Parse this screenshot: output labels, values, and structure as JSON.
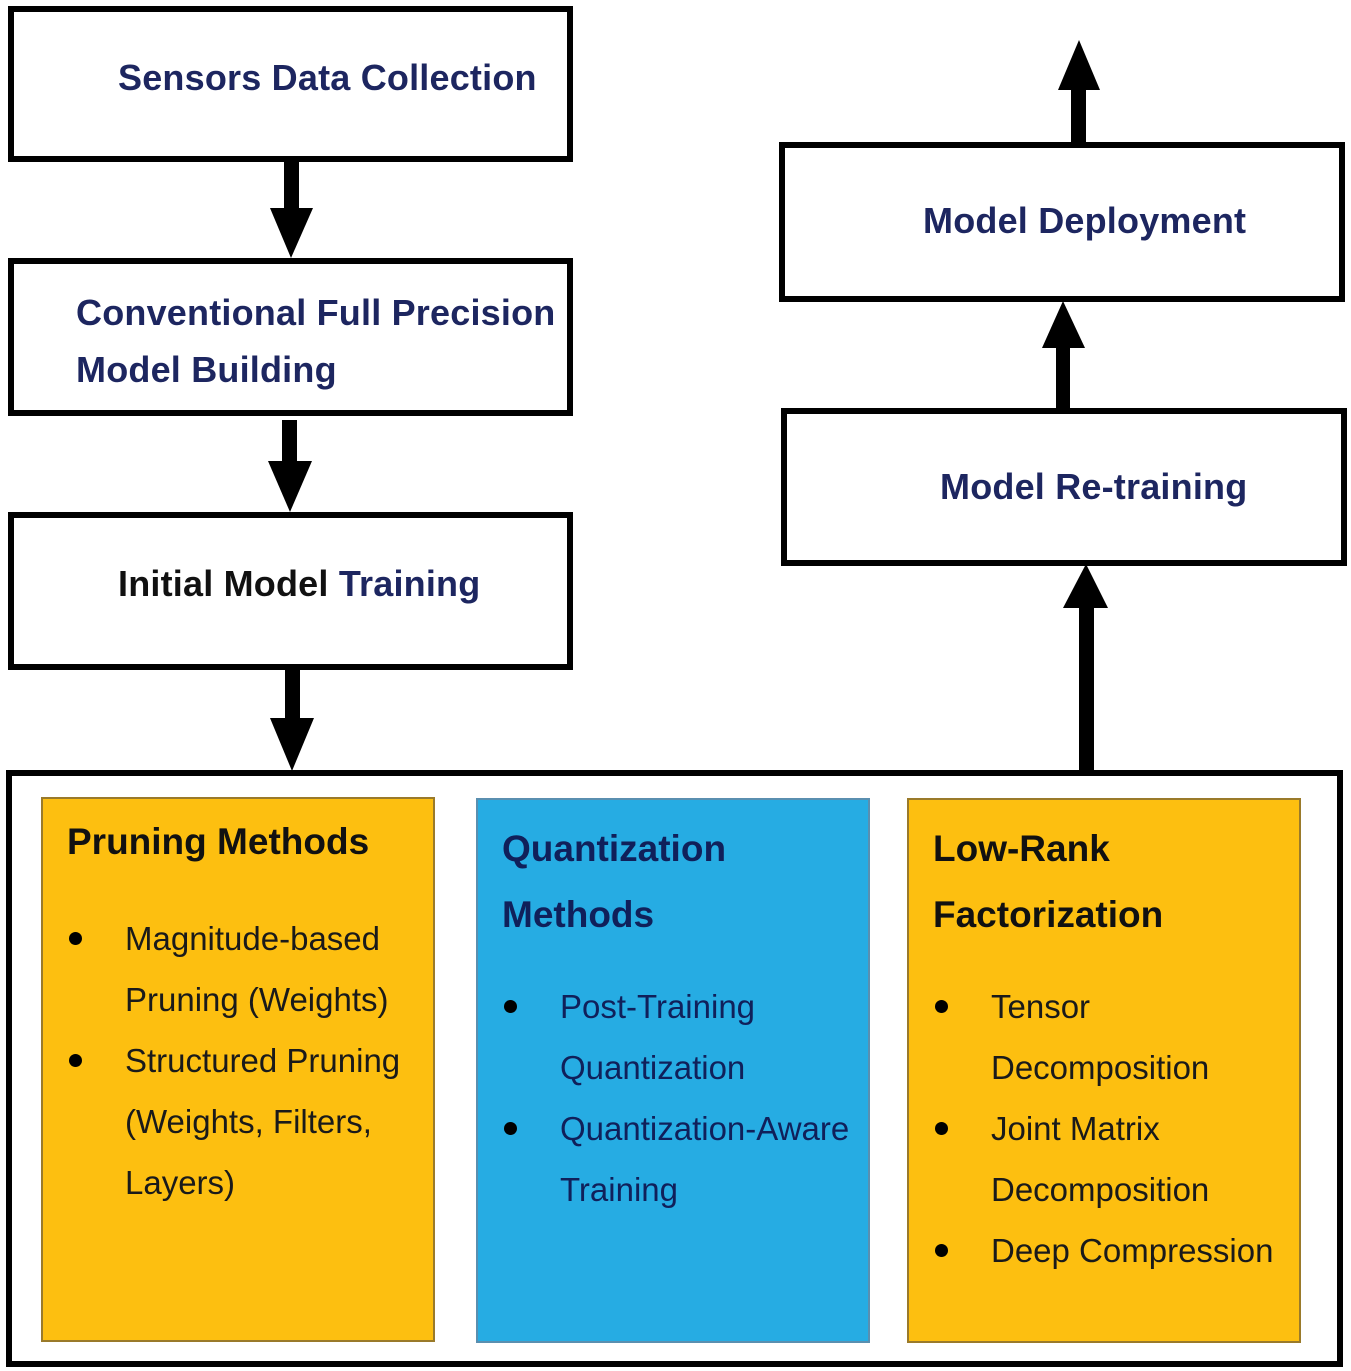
{
  "steps": {
    "sensors": "Sensors Data Collection",
    "conventional_line1": "Conventional Full Precision",
    "conventional_line2": "Model  Building",
    "initial_part1": "Initial Model ",
    "initial_part2": "Training",
    "deployment": "Model Deployment",
    "retraining": "Model Re-training"
  },
  "methods": {
    "pruning": {
      "title": "Pruning Methods",
      "items": [
        [
          "Magnitude-based",
          "Pruning (Weights)"
        ],
        [
          "Structured Pruning",
          "(Weights, Filters,",
          "Layers)"
        ]
      ]
    },
    "quantization": {
      "title_line1": "Quantization",
      "title_line2": "Methods",
      "items": [
        [
          "Post-Training",
          "Quantization"
        ],
        [
          "Quantization-Aware",
          "Training"
        ]
      ]
    },
    "lowrank": {
      "title_line1": "Low-Rank",
      "title_line2": "Factorization",
      "items": [
        [
          "Tensor",
          "Decomposition"
        ],
        [
          "Joint Matrix",
          "Decomposition"
        ],
        [
          "Deep Compression"
        ]
      ]
    }
  },
  "colors": {
    "box_text": "#1d2660",
    "pruning_fill": "#fdbf10",
    "quantization_fill": "#26ace3",
    "lowrank_fill": "#fdbf10"
  }
}
